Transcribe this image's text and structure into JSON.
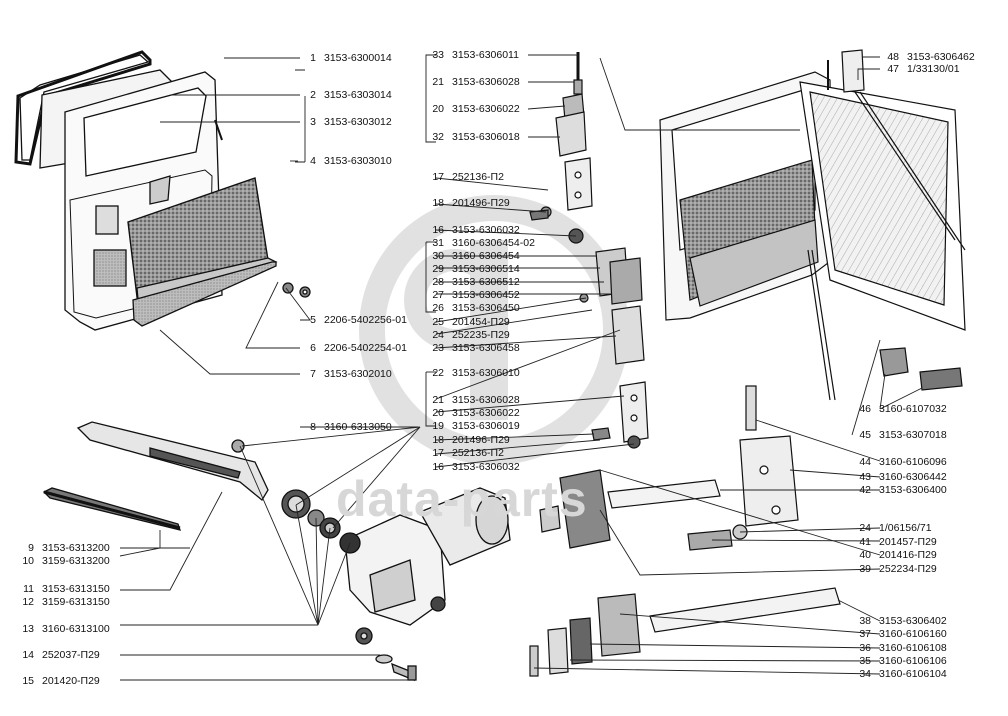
{
  "watermark": {
    "text": "data-parts"
  },
  "labels": [
    {
      "num": "1",
      "code": "3153-6300014"
    },
    {
      "num": "2",
      "code": "3153-6303014"
    },
    {
      "num": "3",
      "code": "3153-6303012"
    },
    {
      "num": "4",
      "code": "3153-6303010"
    },
    {
      "num": "5",
      "code": "2206-5402256-01"
    },
    {
      "num": "6",
      "code": "2206-5402254-01"
    },
    {
      "num": "7",
      "code": "3153-6302010"
    },
    {
      "num": "8",
      "code": "3160-6313050"
    },
    {
      "num": "9",
      "code": "3153-6313200"
    },
    {
      "num": "10",
      "code": "3159-6313200"
    },
    {
      "num": "11",
      "code": "3153-6313150"
    },
    {
      "num": "12",
      "code": "3159-6313150"
    },
    {
      "num": "13",
      "code": "3160-6313100"
    },
    {
      "num": "14",
      "code": "252037-П29"
    },
    {
      "num": "15",
      "code": "201420-П29"
    },
    {
      "num": "33",
      "code": "3153-6306011"
    },
    {
      "num": "21",
      "code": "3153-6306028"
    },
    {
      "num": "20",
      "code": "3153-6306022"
    },
    {
      "num": "32",
      "code": "3153-6306018"
    },
    {
      "num": "17",
      "code": "252136-П2"
    },
    {
      "num": "18",
      "code": "201496-П29"
    },
    {
      "num": "16",
      "code": "3153-6306032"
    },
    {
      "num": "31",
      "code": "3160-6306454-02"
    },
    {
      "num": "30",
      "code": "3160-6306454"
    },
    {
      "num": "29",
      "code": "3153-6306514"
    },
    {
      "num": "28",
      "code": "3153-6306512"
    },
    {
      "num": "27",
      "code": "3153-6306452"
    },
    {
      "num": "26",
      "code": "3153-6306450"
    },
    {
      "num": "25",
      "code": "201454-П29"
    },
    {
      "num": "24",
      "code": "252235-П29"
    },
    {
      "num": "23",
      "code": "3153-6306458"
    },
    {
      "num": "22",
      "code": "3153-6306010"
    },
    {
      "num": "21",
      "code": "3153-6306028"
    },
    {
      "num": "20",
      "code": "3153-6306022"
    },
    {
      "num": "19",
      "code": "3153-6306019"
    },
    {
      "num": "18",
      "code": "201496-П29"
    },
    {
      "num": "17",
      "code": "252136-П2"
    },
    {
      "num": "16",
      "code": "3153-6306032"
    },
    {
      "num": "48",
      "code": "3153-6306462"
    },
    {
      "num": "47",
      "code": "1/33130/01"
    },
    {
      "num": "46",
      "code": "3160-6107032"
    },
    {
      "num": "45",
      "code": "3153-6307018"
    },
    {
      "num": "44",
      "code": "3160-6106096"
    },
    {
      "num": "43",
      "code": "3160-6306442"
    },
    {
      "num": "42",
      "code": "3153-6306400"
    },
    {
      "num": "24",
      "code": "1/06156/71"
    },
    {
      "num": "41",
      "code": "201457-П29"
    },
    {
      "num": "40",
      "code": "201416-П29"
    },
    {
      "num": "39",
      "code": "252234-П29"
    },
    {
      "num": "38",
      "code": "3153-6306402"
    },
    {
      "num": "37",
      "code": "3160-6106160"
    },
    {
      "num": "36",
      "code": "3160-6106108"
    },
    {
      "num": "35",
      "code": "3160-6106106"
    },
    {
      "num": "34",
      "code": "3160-6106104"
    }
  ]
}
